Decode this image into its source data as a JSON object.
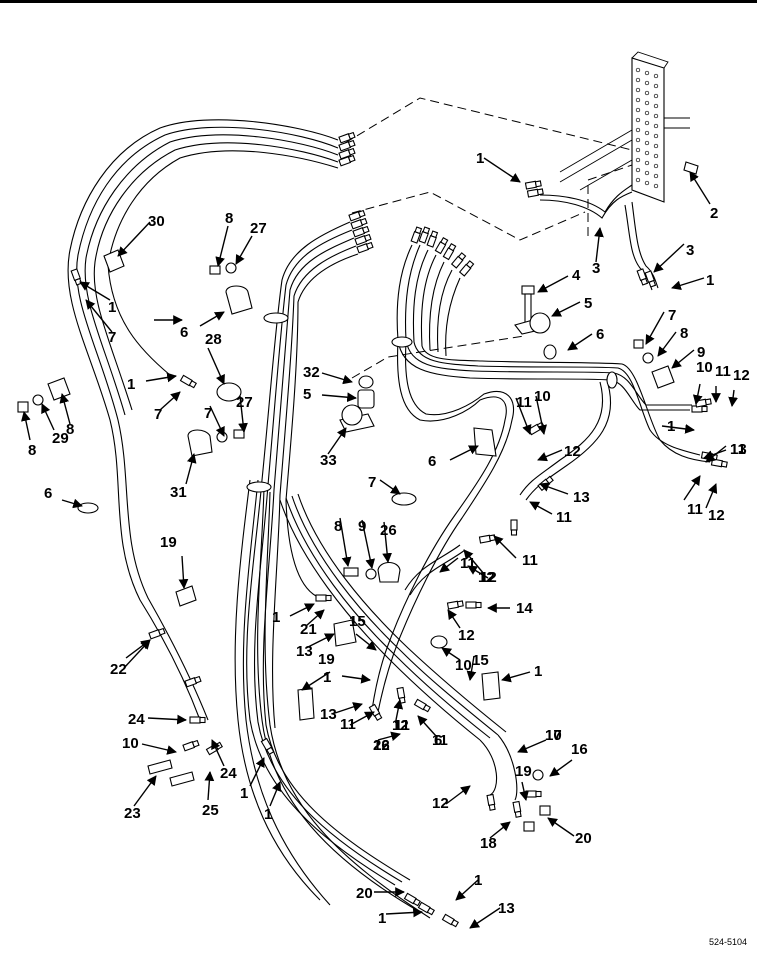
{
  "figure_number": "524-5104",
  "callouts": [
    {
      "id": "c1",
      "text": "1"
    },
    {
      "id": "c2",
      "text": "2"
    },
    {
      "id": "c3",
      "text": "3"
    },
    {
      "id": "c4",
      "text": "3"
    },
    {
      "id": "c5",
      "text": "1"
    },
    {
      "id": "c6",
      "text": "4"
    },
    {
      "id": "c7",
      "text": "5"
    },
    {
      "id": "c8",
      "text": "6"
    },
    {
      "id": "c9",
      "text": "7"
    },
    {
      "id": "c10",
      "text": "8"
    },
    {
      "id": "c11",
      "text": "9"
    },
    {
      "id": "c12",
      "text": "10"
    },
    {
      "id": "c13",
      "text": "11"
    },
    {
      "id": "c14",
      "text": "12"
    },
    {
      "id": "c15",
      "text": "1"
    },
    {
      "id": "c16",
      "text": "13"
    },
    {
      "id": "c17",
      "text": "11"
    },
    {
      "id": "c18",
      "text": "12"
    },
    {
      "id": "c19",
      "text": "11"
    },
    {
      "id": "c20",
      "text": "10"
    },
    {
      "id": "c21",
      "text": "12"
    },
    {
      "id": "c22",
      "text": "13"
    },
    {
      "id": "c23",
      "text": "11"
    },
    {
      "id": "c24",
      "text": "12"
    },
    {
      "id": "c25",
      "text": "11"
    },
    {
      "id": "c26",
      "text": "12"
    },
    {
      "id": "c27",
      "text": "14"
    },
    {
      "id": "c28",
      "text": "11"
    },
    {
      "id": "c29",
      "text": "12"
    },
    {
      "id": "c30",
      "text": "11"
    },
    {
      "id": "c31",
      "text": "26"
    },
    {
      "id": "c32",
      "text": "30"
    },
    {
      "id": "c33",
      "text": "1"
    },
    {
      "id": "c34",
      "text": "7"
    },
    {
      "id": "c35",
      "text": "8"
    },
    {
      "id": "c36",
      "text": "27"
    },
    {
      "id": "c37",
      "text": "6"
    },
    {
      "id": "c38",
      "text": "28"
    },
    {
      "id": "c39",
      "text": "1"
    },
    {
      "id": "c40",
      "text": "7"
    },
    {
      "id": "c41",
      "text": "8"
    },
    {
      "id": "c42",
      "text": "29"
    },
    {
      "id": "c43",
      "text": "8"
    },
    {
      "id": "c44",
      "text": "7"
    },
    {
      "id": "c45",
      "text": "27"
    },
    {
      "id": "c46",
      "text": "31"
    },
    {
      "id": "c47",
      "text": "32"
    },
    {
      "id": "c48",
      "text": "5"
    },
    {
      "id": "c49",
      "text": "33"
    },
    {
      "id": "c50",
      "text": "6"
    },
    {
      "id": "c51",
      "text": "6"
    },
    {
      "id": "c52",
      "text": "7"
    },
    {
      "id": "c53",
      "text": "8"
    },
    {
      "id": "c54",
      "text": "9"
    },
    {
      "id": "c55",
      "text": "26"
    },
    {
      "id": "c56",
      "text": "19"
    },
    {
      "id": "c57",
      "text": "22"
    },
    {
      "id": "c58",
      "text": "1"
    },
    {
      "id": "c59",
      "text": "21"
    },
    {
      "id": "c60",
      "text": "13"
    },
    {
      "id": "c61",
      "text": "15"
    },
    {
      "id": "c62",
      "text": "19"
    },
    {
      "id": "c63",
      "text": "1"
    },
    {
      "id": "c64",
      "text": "13"
    },
    {
      "id": "c65",
      "text": "11"
    },
    {
      "id": "c66",
      "text": "11"
    },
    {
      "id": "c67",
      "text": "12"
    },
    {
      "id": "c68",
      "text": "6"
    },
    {
      "id": "c69",
      "text": "10"
    },
    {
      "id": "c70",
      "text": "15"
    },
    {
      "id": "c71",
      "text": "1"
    },
    {
      "id": "c72",
      "text": "10"
    },
    {
      "id": "c73",
      "text": "24"
    },
    {
      "id": "c74",
      "text": "10"
    },
    {
      "id": "c75",
      "text": "24"
    },
    {
      "id": "c76",
      "text": "25"
    },
    {
      "id": "c77",
      "text": "23"
    },
    {
      "id": "c78",
      "text": "1"
    },
    {
      "id": "c79",
      "text": "1"
    },
    {
      "id": "c80",
      "text": "17"
    },
    {
      "id": "c81",
      "text": "16"
    },
    {
      "id": "c82",
      "text": "19"
    },
    {
      "id": "c83",
      "text": "12"
    },
    {
      "id": "c84",
      "text": "18"
    },
    {
      "id": "c85",
      "text": "20"
    },
    {
      "id": "c86",
      "text": "20"
    },
    {
      "id": "c87",
      "text": "1"
    },
    {
      "id": "c88",
      "text": "1"
    },
    {
      "id": "c89",
      "text": "13"
    },
    {
      "id": "c90",
      "text": "11"
    },
    {
      "id": "c91",
      "text": "12"
    }
  ]
}
